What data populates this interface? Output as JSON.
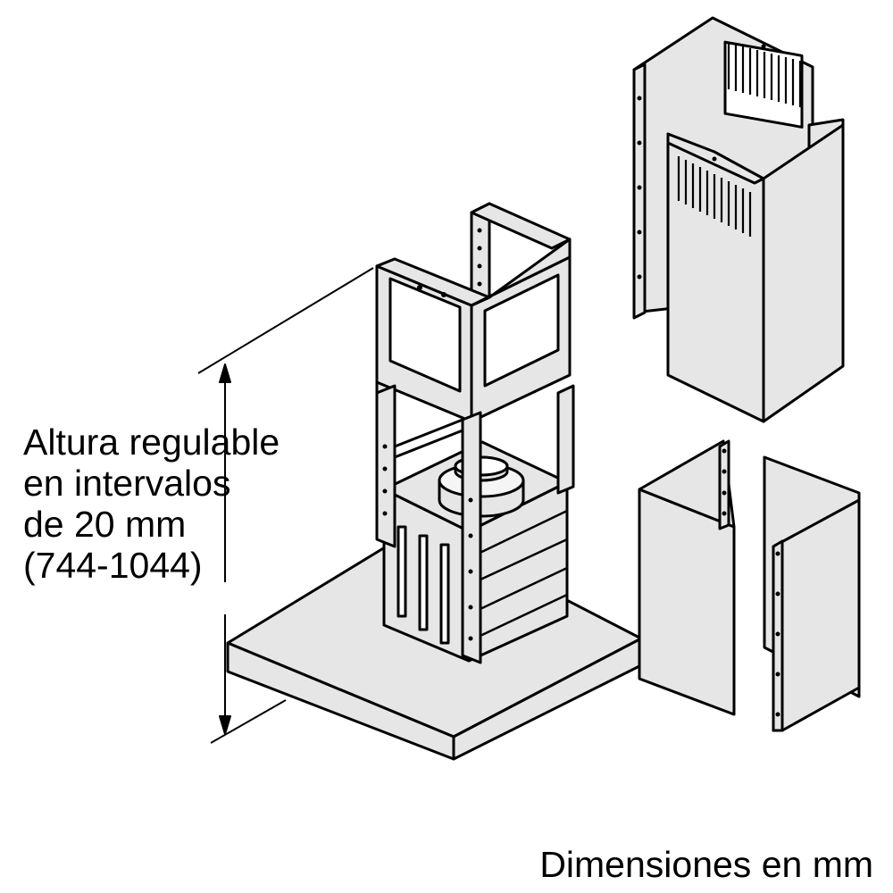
{
  "labels": {
    "height_line1": "Altura regulable",
    "height_line2": "en intervalos",
    "height_line3": "de 20 mm",
    "height_line4": "(744-1044)",
    "units": "Dimensiones en mm"
  },
  "colors": {
    "panel_fill": "#e6e6e6",
    "line": "#000000",
    "background": "#ffffff"
  }
}
